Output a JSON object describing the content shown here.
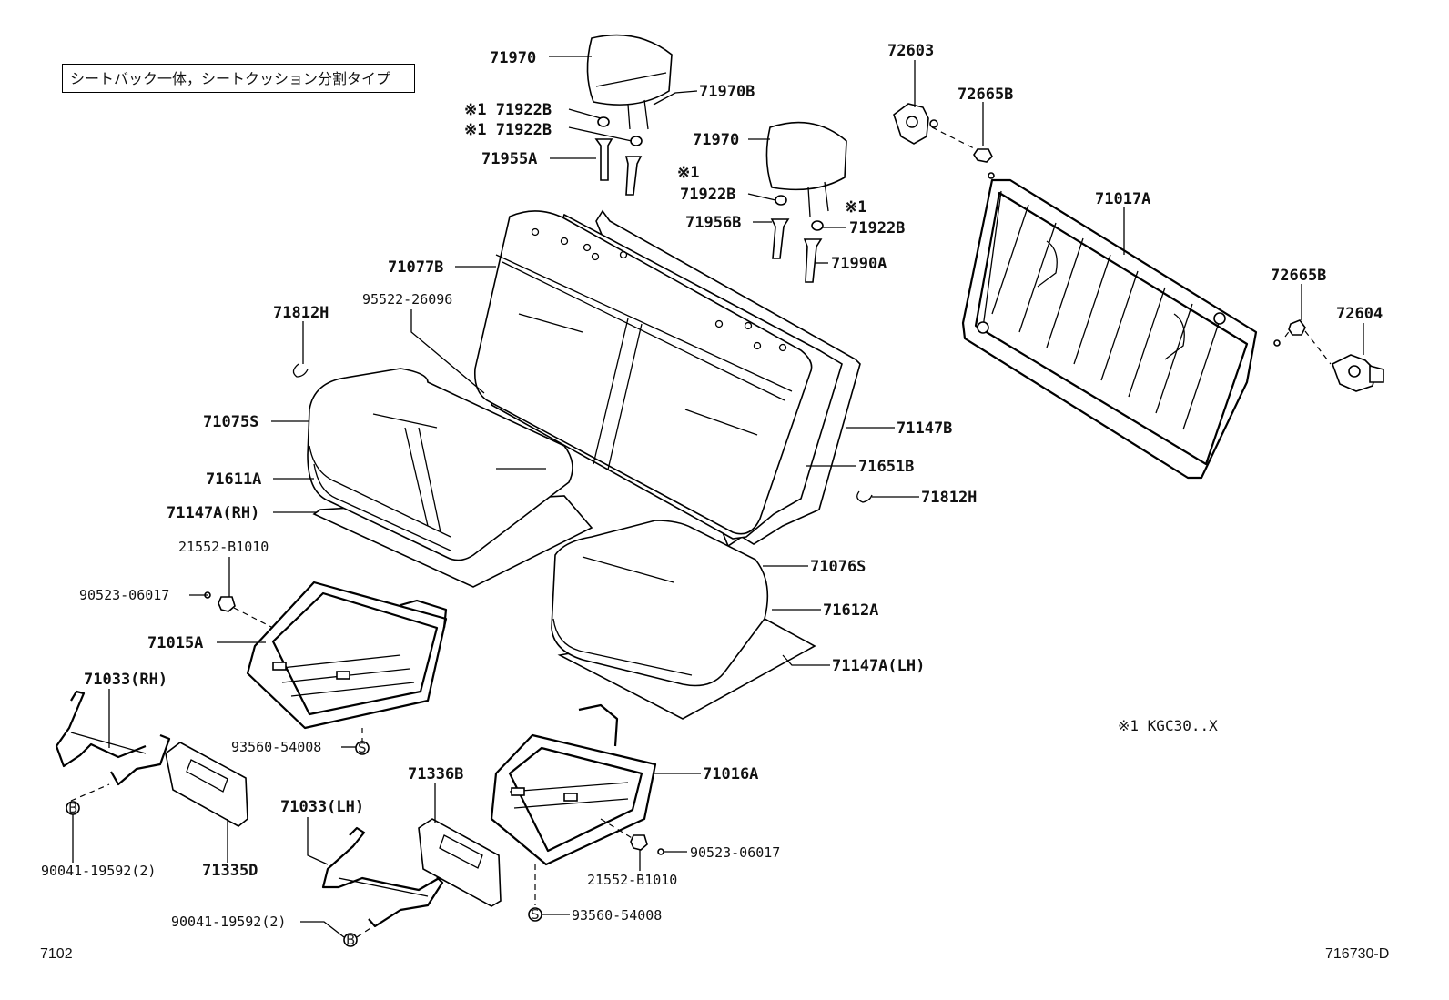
{
  "title": "シートバック一体，シートクッション分割タイプ",
  "footnote": "※1  KGC30..X",
  "page_ref_left": "7102",
  "page_ref_right": "716730-D",
  "callouts": [
    "71970",
    "71970B",
    "※1 71922B",
    "※1 71922B",
    "71955A",
    "71970",
    "※1",
    "71922B",
    "※1",
    "71922B",
    "71956B",
    "71990A",
    "72603",
    "72665B",
    "71017A",
    "72665B",
    "72604",
    "71077B",
    "95522-26096",
    "71812H",
    "71075S",
    "71611A",
    "71147A(RH)",
    "71147B",
    "71651B",
    "71812H",
    "21552-B1010",
    "90523-06017",
    "71015A",
    "71076S",
    "71612A",
    "71147A(LH)",
    "71033(RH)",
    "93560-54008",
    "71336B",
    "71016A",
    "71033(LH)",
    "90523-06017",
    "21552-B1010",
    "90041-19592(2)",
    "71335D",
    "90041-19592(2)",
    "93560-54008"
  ],
  "symbols": {
    "s": "S",
    "b": "B"
  }
}
